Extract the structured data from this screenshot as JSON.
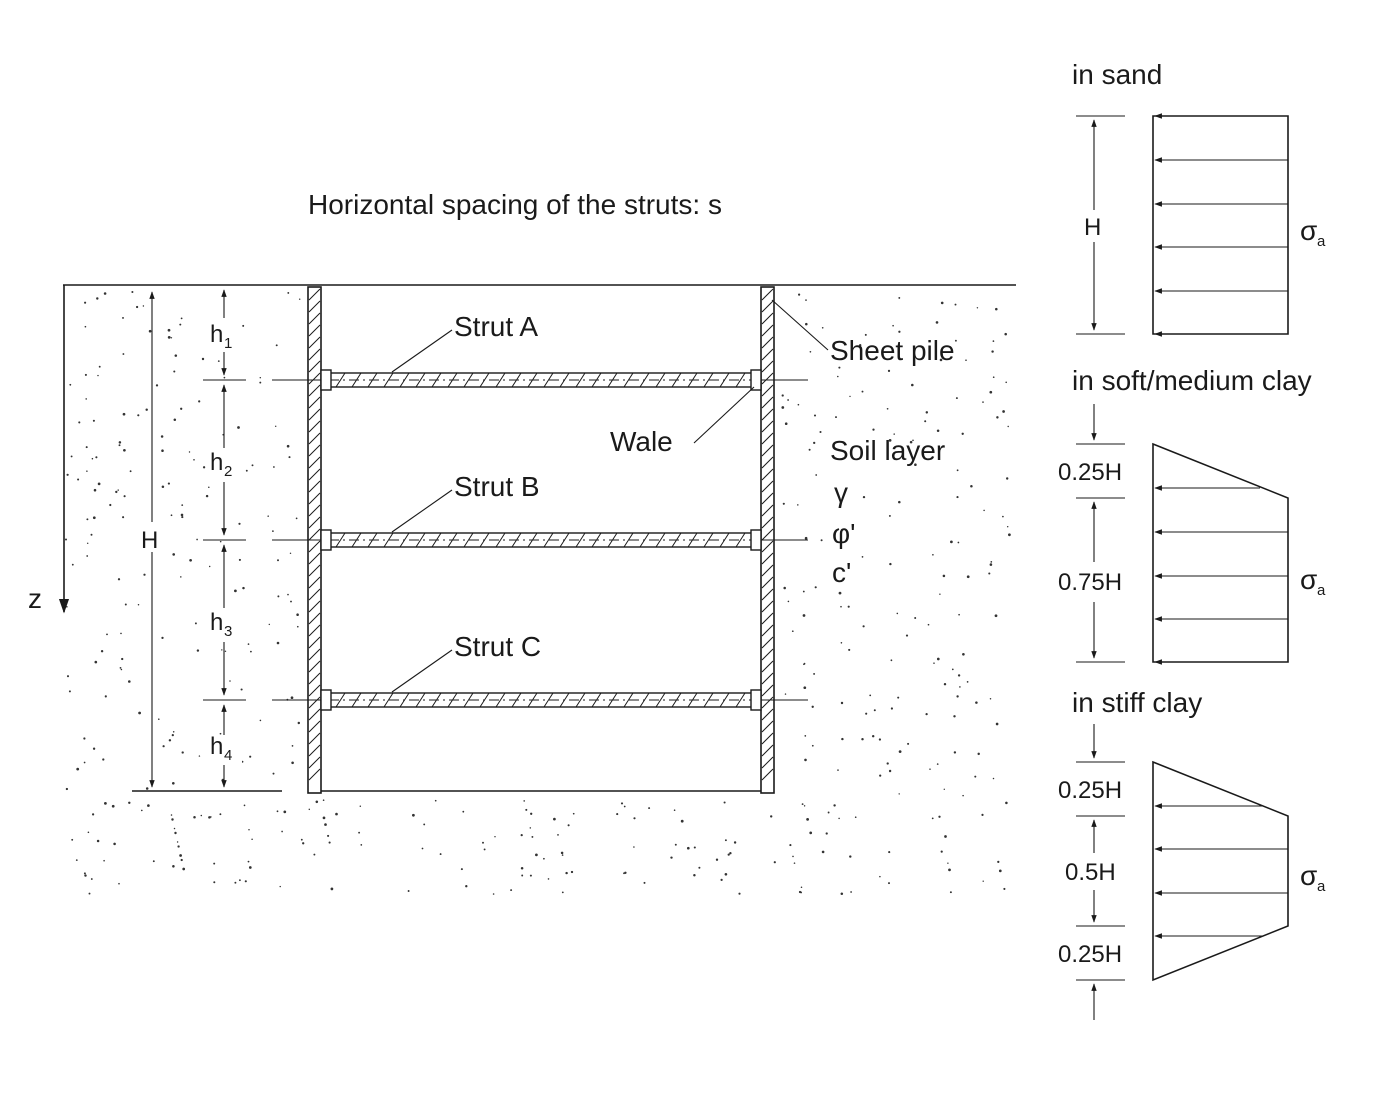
{
  "main": {
    "title": "Horizontal spacing of the struts: s",
    "z_label": "z",
    "H_label": "H",
    "h_labels": [
      {
        "base": "h",
        "sub": "1"
      },
      {
        "base": "h",
        "sub": "2"
      },
      {
        "base": "h",
        "sub": "3"
      },
      {
        "base": "h",
        "sub": "4"
      }
    ],
    "struts": [
      "Strut A",
      "Strut B",
      "Strut C"
    ],
    "sheet_pile": "Sheet pile",
    "wale": "Wale",
    "soil": {
      "title": "Soil layer",
      "params": [
        "γ",
        "φ'",
        "c'"
      ]
    }
  },
  "pressure_diagrams": [
    {
      "title": "in sand",
      "dims": [
        "H"
      ],
      "stress": {
        "base": "σ",
        "sub": "a"
      }
    },
    {
      "title": "in soft/medium clay",
      "dims": [
        "0.25H",
        "0.75H"
      ],
      "stress": {
        "base": "σ",
        "sub": "a"
      }
    },
    {
      "title": "in stiff clay",
      "dims": [
        "0.25H",
        "0.5H",
        "0.25H"
      ],
      "stress": {
        "base": "σ",
        "sub": "a"
      }
    }
  ]
}
